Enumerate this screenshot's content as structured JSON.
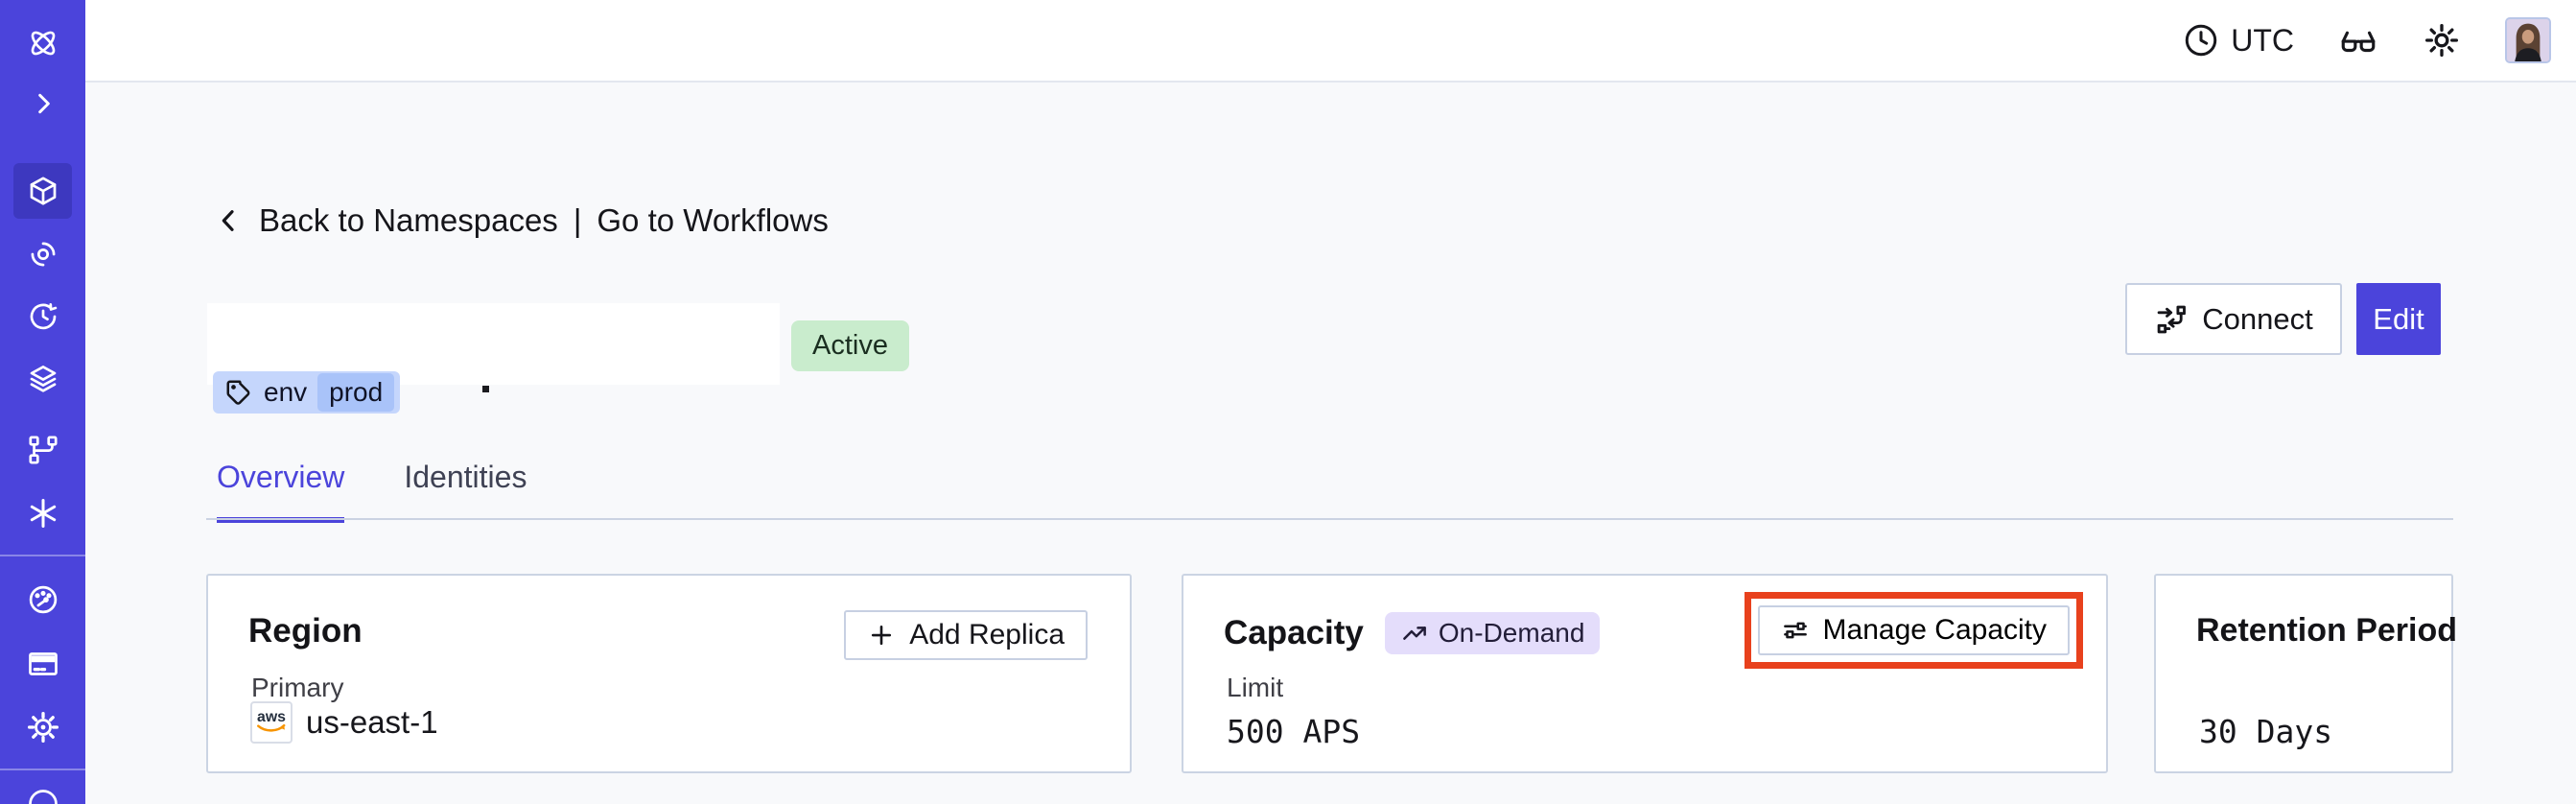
{
  "header": {
    "timezone": "UTC"
  },
  "breadcrumb": {
    "back": "Back to Namespaces",
    "separator": "|",
    "workflows": "Go to Workflows"
  },
  "namespace": {
    "status": "Active",
    "tag_key": "env",
    "tag_value": "prod"
  },
  "actions": {
    "connect": "Connect",
    "edit": "Edit"
  },
  "tabs": [
    {
      "label": "Overview"
    },
    {
      "label": "Identities"
    }
  ],
  "cards": {
    "region": {
      "title": "Region",
      "button": "Add Replica",
      "label": "Primary",
      "provider": "aws",
      "value": "us-east-1"
    },
    "capacity": {
      "title": "Capacity",
      "badge": "On-Demand",
      "button": "Manage Capacity",
      "label": "Limit",
      "value": "500 APS"
    },
    "retention": {
      "title": "Retention Period",
      "value": "30 Days"
    }
  },
  "colors": {
    "accent": "#4B44DB",
    "annotation_highlight": "#E8411D",
    "status_active_bg": "#C9ECCD",
    "tag_bg": "#C5D6FC",
    "tag_value_bg": "#A9C3F9",
    "ondemand_bg": "#E4DDFB"
  }
}
